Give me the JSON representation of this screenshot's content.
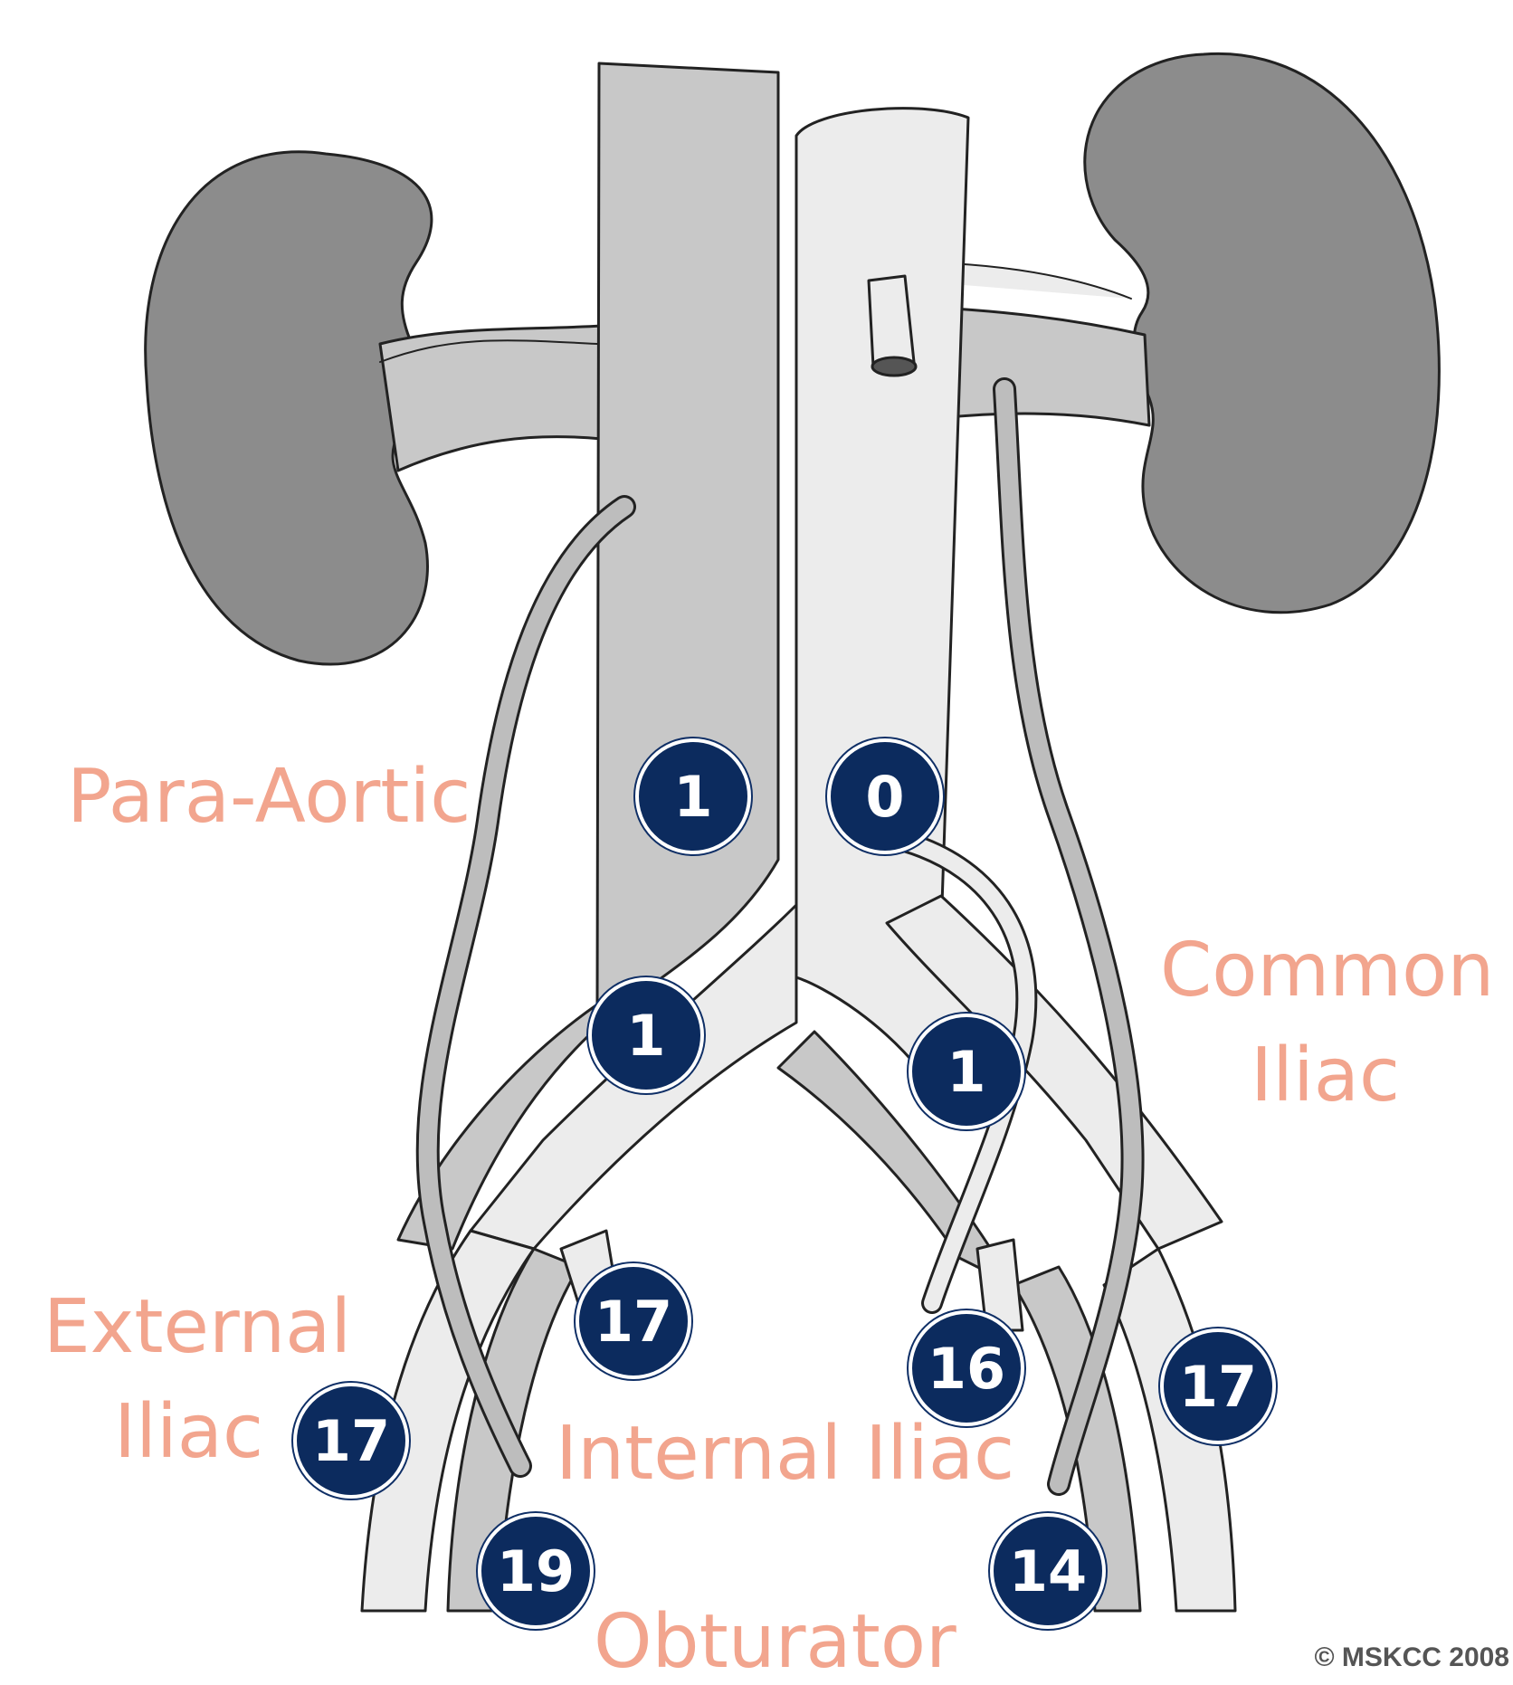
{
  "colors": {
    "label": "#f2a58e",
    "badge_fill": "#0c2b5e",
    "badge_text": "#ffffff",
    "kidney": "#8c8c8c",
    "vena_cava": "#c8c8c8",
    "aorta": "#ececec",
    "outline": "#222222",
    "ureter": "#bdbdbd"
  },
  "labels": {
    "para_aortic": "Para-Aortic",
    "common_iliac_1": "Common",
    "common_iliac_2": "Iliac",
    "external_iliac_1": "External",
    "external_iliac_2": "Iliac",
    "internal_iliac": "Internal Iliac",
    "obturator": "Obturator"
  },
  "counts": {
    "para_aortic_right": "1",
    "para_aortic_left": "0",
    "common_iliac_right": "1",
    "common_iliac_left": "1",
    "internal_iliac_right": "17",
    "internal_iliac_left": "16",
    "external_iliac_right": "17",
    "external_iliac_left": "17",
    "obturator_right": "19",
    "obturator_left": "14"
  },
  "copyright": "© MSKCC 2008"
}
